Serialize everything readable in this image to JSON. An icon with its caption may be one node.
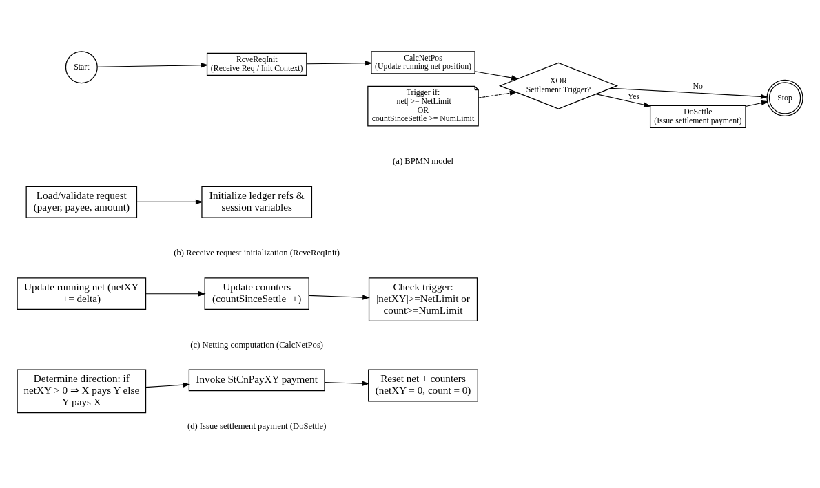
{
  "diagram": {
    "nodes": [
      {
        "text": [
          "Start"
        ]
      },
      {
        "text": [
          "RcveReqInit",
          "(Receive Req / Init Context)"
        ]
      },
      {
        "text": [
          "CalcNetPos",
          "(Update running net position)"
        ]
      },
      {
        "text": [
          "Trigger if:",
          "|net| >= NetLimit",
          "OR",
          "countSinceSettle >= NumLimit"
        ]
      },
      {
        "text": [
          "XOR",
          "Settlement Trigger?"
        ]
      },
      {
        "text": [
          "DoSettle",
          "(Issue settlement payment)"
        ]
      },
      {
        "text": [
          "Stop"
        ]
      },
      {
        "text": [
          "Load/validate request (payer, payee, amount)"
        ]
      },
      {
        "text": [
          "Initialize ledger refs & session variables"
        ]
      },
      {
        "text": [
          "Update running net (netXY += delta)"
        ]
      },
      {
        "text": [
          "Update counters (countSinceSettle++)"
        ]
      },
      {
        "text": [
          "Check trigger: |netXY|>=NetLimit or count>=NumLimit"
        ]
      },
      {
        "text": [
          "Determine direction: if netXY > 0 ⇒ X pays Y else Y pays X"
        ]
      },
      {
        "text": [
          "Invoke StCnPayXY payment"
        ]
      },
      {
        "text": [
          "Reset net + counters (netXY = 0, count = 0)"
        ]
      }
    ],
    "edges": [
      {
        "from": 0,
        "to": 1,
        "arrow": "to"
      },
      {
        "from": 1,
        "to": 2,
        "arrow": "to"
      },
      {
        "from": 2,
        "to": 4,
        "arrow": "to"
      },
      {
        "from": 3,
        "to": 4,
        "arrow": "to",
        "style": "dashed"
      },
      {
        "from": 4,
        "to": 6,
        "arrow": "to",
        "label": "No"
      },
      {
        "from": 4,
        "to": 5,
        "arrow": "to",
        "label": "Yes"
      },
      {
        "from": 5,
        "to": 6,
        "arrow": "to"
      },
      {
        "from": 7,
        "to": 8,
        "arrow": "to"
      },
      {
        "from": 9,
        "to": 10,
        "arrow": "to"
      },
      {
        "from": 10,
        "to": 11,
        "arrow": "to"
      },
      {
        "from": 12,
        "to": 13,
        "arrow": "to"
      },
      {
        "from": 13,
        "to": 14,
        "arrow": "to"
      }
    ],
    "labels": [
      "(a) BPMN model",
      "(b) Receive request initialization (RcveReqInit)",
      "(c) Netting computation (CalcNetPos)",
      "(d) Issue settlement payment (DoSettle)"
    ]
  }
}
